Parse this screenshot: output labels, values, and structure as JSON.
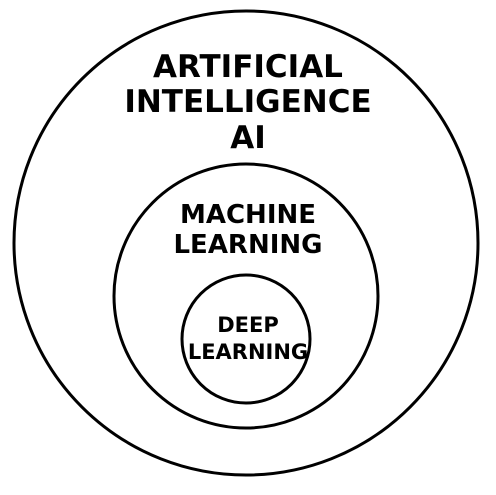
{
  "diagram": {
    "outer": {
      "label_lines": [
        "ARTIFICIAL",
        "INTELLIGENCE",
        "AI"
      ]
    },
    "middle": {
      "label_lines": [
        "MACHINE",
        "LEARNING"
      ]
    },
    "inner": {
      "label_lines": [
        "DEEP",
        "LEARNING"
      ]
    }
  },
  "colors": {
    "stroke": "#000000",
    "background": "#ffffff",
    "text": "#000000"
  }
}
